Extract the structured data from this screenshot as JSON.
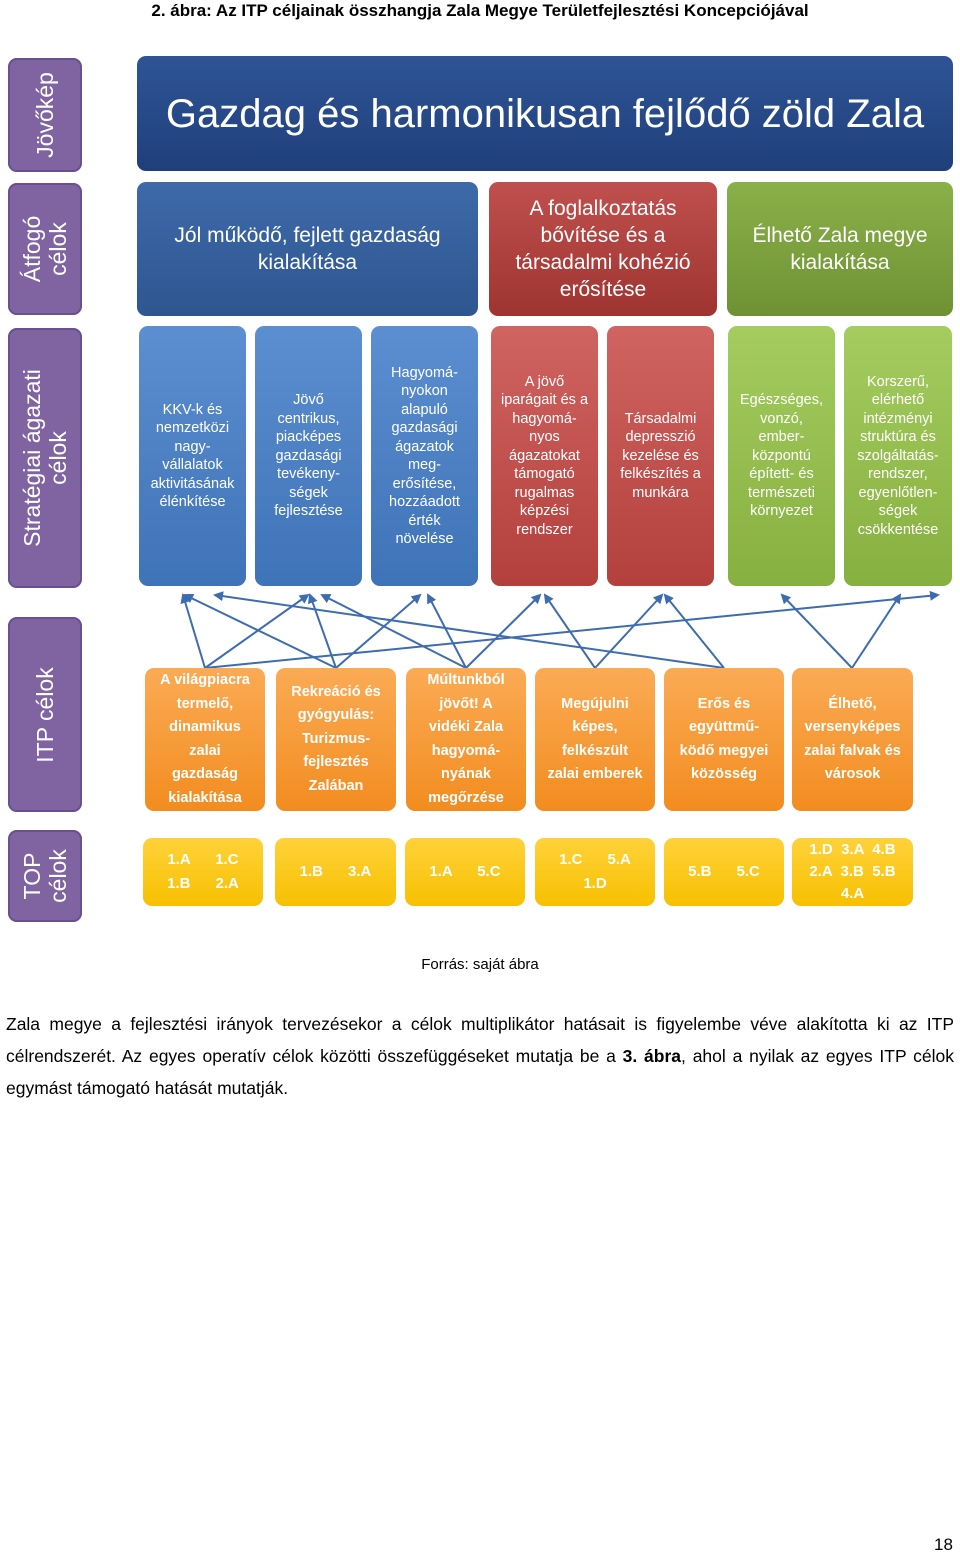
{
  "caption": "2. ábra: Az ITP céljainak összhangja Zala Megye Területfejlesztési Koncepciójával",
  "row_labels": [
    "Jövőkép",
    "Átfogó\ncélok",
    "Stratégiai ágazati\ncélok",
    "ITP célok",
    "TOP\ncélok"
  ],
  "vision": "Gazdag és harmonikusan fejlődő zöld Zala",
  "overall_goals": [
    "Jól működő, fejlett gazdaság\nkialakítása",
    "A foglalkoztatás\nbővítése és a\ntársadalmi kohézió\nerősítése",
    "Élhető Zala megye\nkialakítása"
  ],
  "strategic_goals": [
    "KKV-k és\nnemzetközi\nnagy-\nvállalatok\naktivitásának\nélénkítése",
    "Jövő\ncentrikus,\npiacképes\ngazdasági\ntevékeny-\nségek\nfejlesztése",
    "Hagyomá-\nnyokon\nalapuló\ngazdasági\nágazatok\nmeg-\nerősítése,\nhozzáadott\nérték\nnövelése",
    "A jövő\niparágait és a\nhagyomá-\nnyos\nágazatokat\ntámogató\nrugalmas\nképzési\nrendszer",
    "Társadalmi\ndepresszió\nkezelése és\nfelkészítés a\nmunkára",
    "Egészséges,\nvonzó,\nember-\nközpontú\népített- és\ntermészeti\nkörnyezet",
    "Korszerű,\nelérhető\nintézményi\nstruktúra és\nszolgáltatás-\nrendszer,\negyenlőtlen-\nségek\ncsökkentése"
  ],
  "itp_goals": [
    "A világpiacra\ntermelő,\ndinamikus\nzalai\ngazdaság\nkialakítása",
    "Rekreáció és\ngyógyulás:\nTurizmus-\nfejlesztés\nZalában",
    "Múltunkból\njövőt! A\nvidéki Zala\nhagyomá-\nnyának\nmegőrzése",
    "Megújulni\nképes,\nfelkészült\nzalai emberek",
    "Erős és\negyüttmű-\nködő megyei\nközösség",
    "Élhető,\nversenyképes\nzalai falvak és\nvárosok"
  ],
  "top_goals": [
    "1.A      1.C\n1.B      2.A",
    "1.B      3.A",
    "1.A      5.C",
    "1.C      5.A\n1.D",
    "5.B      5.C",
    "1.D  3.A  4.B\n2.A  3.B  5.B\n4.A"
  ],
  "source": "Forrás: saját ábra",
  "paragraph": {
    "text1": "Zala megye a fejlesztési irányok tervezésekor a célok multiplikátor hatásait is figyelembe véve alakította ki az ITP célrendszerét. Az egyes operatív célok közötti összefüggéseket mutatja be a ",
    "bold": "3. ábra",
    "text2": ", ahol a nyilak az egyes ITP célok egymást támogató hatását mutatják."
  },
  "page_number": "18",
  "colors": {
    "purple": "#8064a2",
    "navy": "#1f3f7a",
    "blue": "#4f81bd",
    "red": "#c0504d",
    "green": "#9bbb59",
    "orange": "#f79646",
    "yellow": "#ffc000"
  }
}
